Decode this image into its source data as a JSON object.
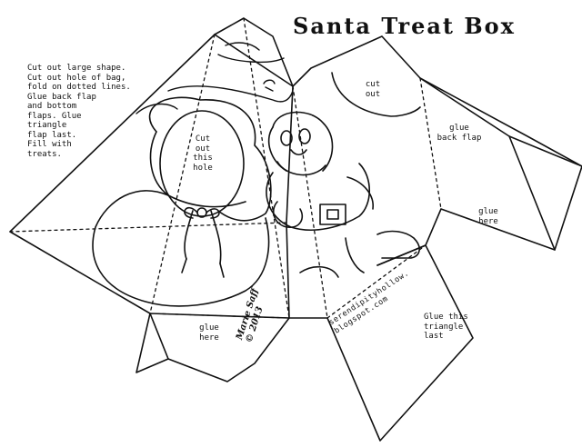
{
  "title": "Santa Treat Box",
  "instructions": "Cut out large shape.\nCut out hole of bag,\nfold on dotted lines.\nGlue back flap\nand bottom\nflaps. Glue\ntriangle\nflap last.\nFill with\ntreats.",
  "labels": {
    "cut_out": "cut\nout",
    "cut_out_hole": "Cut\nout\nthis\nhole",
    "glue_back_flap": "glue\nback flap",
    "glue_here_right": "glue\nhere",
    "glue_here_bottom": "glue\nhere",
    "glue_triangle_last": "Glue this\ntriangle\nlast"
  },
  "signature": "Marie Saff\n© 2013",
  "website": "serendipityhollow.\nblogspot.com"
}
